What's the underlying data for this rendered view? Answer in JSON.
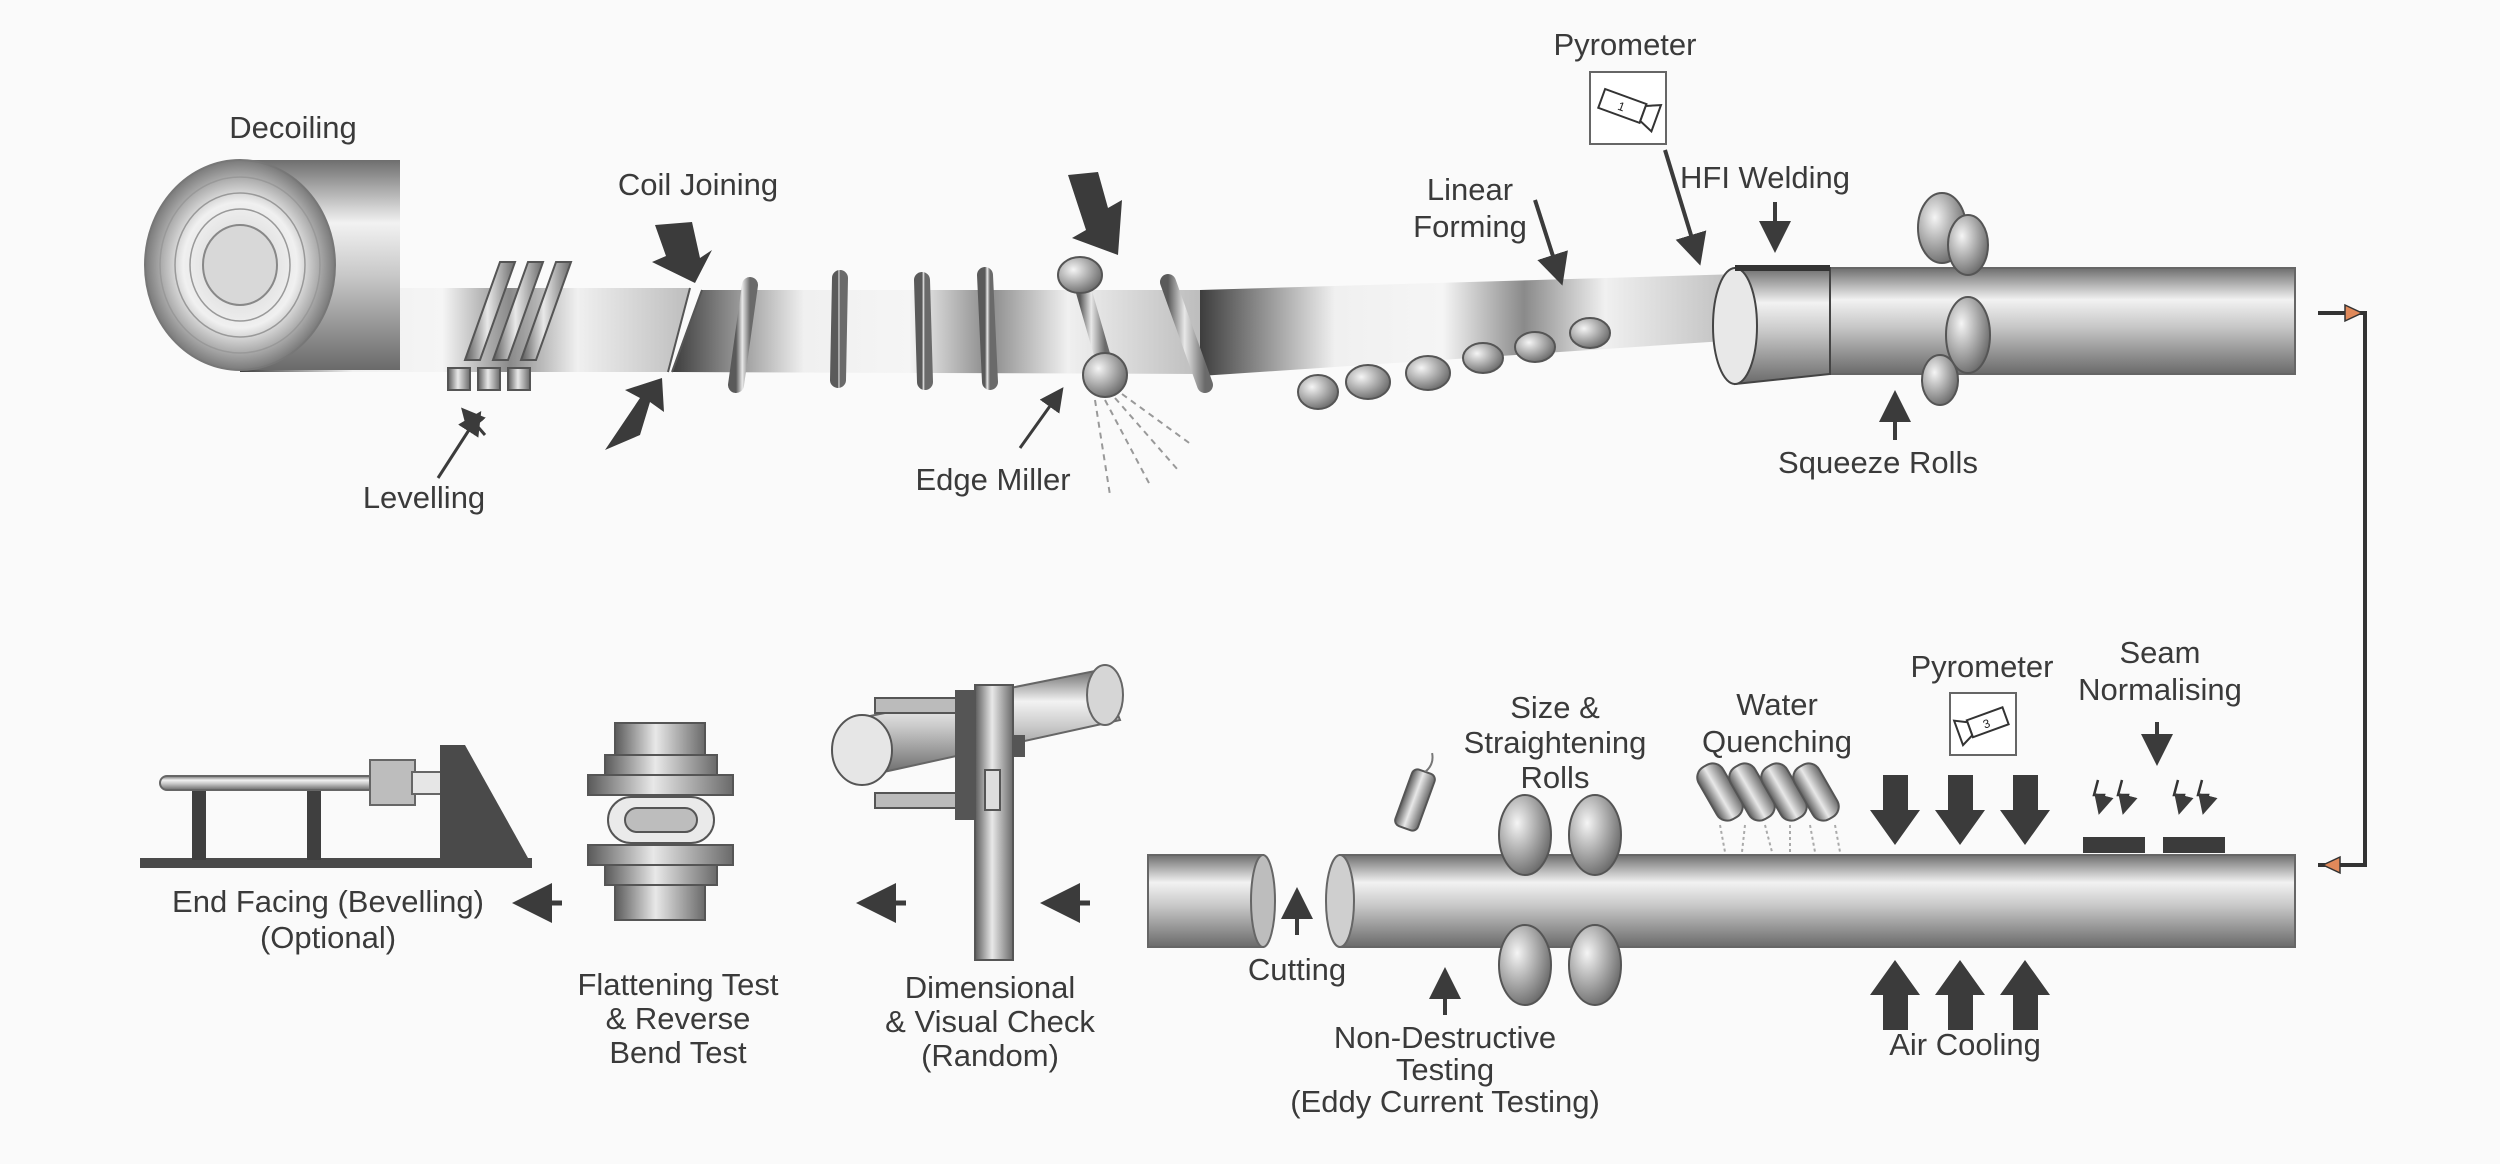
{
  "labels": {
    "decoiling": "Decoiling",
    "coil_joining": "Coil Joining",
    "levelling": "Levelling",
    "edge_miller": "Edge Miller",
    "linear_forming": [
      "Linear",
      "Forming"
    ],
    "pyrometer_top": "Pyrometer",
    "hfi_welding": "HFI Welding",
    "squeeze_rolls": "Squeeze Rolls",
    "pyrometer_bottom": "Pyrometer",
    "seam_normalising": [
      "Seam",
      "Normalising"
    ],
    "water_quenching": [
      "Water",
      "Quenching"
    ],
    "size_straightening": [
      "Size &",
      "Straightening",
      "Rolls"
    ],
    "air_cooling": "Air Cooling",
    "cutting": "Cutting",
    "ndt": [
      "Non-Destructive",
      "Testing",
      "(Eddy Current Testing)"
    ],
    "dimensional_check": [
      "Dimensional",
      "& Visual Check",
      "(Random)"
    ],
    "flattening_test": [
      "Flattening Test",
      "& Reverse",
      "Bend Test"
    ],
    "end_facing": [
      "End Facing (Bevelling)",
      "(Optional)"
    ]
  },
  "pyrometer_numbers": [
    "1",
    "3"
  ],
  "colors": {
    "background": "#fafafa",
    "text": "#3a3a3a",
    "arrow": "#3b3b3b",
    "connector_tip": "#e0895a"
  }
}
